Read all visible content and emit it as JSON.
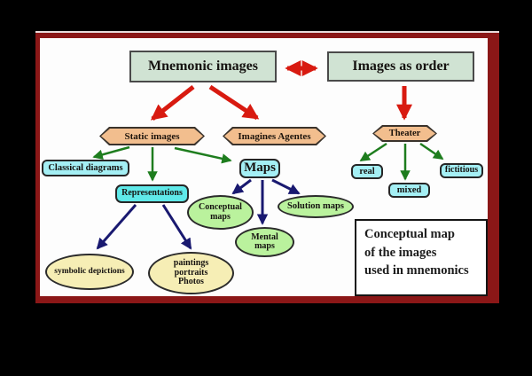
{
  "diagram_title": "Conceptual map of the images used in mnemonics",
  "nodes": {
    "mnemonic_images": {
      "label": "Mnemonic images"
    },
    "images_as_order": {
      "label": "Images as order"
    },
    "static_images": {
      "label": "Static images"
    },
    "imagines_agentes": {
      "label": "Imagines Agentes"
    },
    "theater": {
      "label": "Theater"
    },
    "classical_diagrams": {
      "label": "Classical diagrams"
    },
    "maps": {
      "label": "Maps"
    },
    "representations": {
      "label": "Representations"
    },
    "real": {
      "label": "real"
    },
    "mixed": {
      "label": "mixed"
    },
    "fictitious": {
      "label": "fictitious"
    },
    "conceptual_maps": {
      "line1": "Conceptual",
      "line2": "maps"
    },
    "solution_maps": {
      "label": "Solution maps"
    },
    "mental_maps": {
      "line1": "Mental",
      "line2": "maps"
    },
    "symbolic_depictions": {
      "label": "symbolic depictions"
    },
    "paintings_portraits_photos": {
      "line1": "paintings",
      "line2": "portraits",
      "line3": "Photos"
    }
  },
  "caption": {
    "line1": "Conceptual map",
    "line2": "of the images",
    "line3": "used in mnemonics"
  },
  "edges": [
    {
      "from": "mnemonic_images",
      "to": "images_as_order",
      "style": "red-double"
    },
    {
      "from": "mnemonic_images",
      "to": "static_images",
      "style": "red"
    },
    {
      "from": "mnemonic_images",
      "to": "imagines_agentes",
      "style": "red"
    },
    {
      "from": "images_as_order",
      "to": "theater",
      "style": "red"
    },
    {
      "from": "static_images",
      "to": "classical_diagrams",
      "style": "green"
    },
    {
      "from": "static_images",
      "to": "representations",
      "style": "green"
    },
    {
      "from": "static_images",
      "to": "maps",
      "style": "green"
    },
    {
      "from": "theater",
      "to": "real",
      "style": "green"
    },
    {
      "from": "theater",
      "to": "mixed",
      "style": "green"
    },
    {
      "from": "theater",
      "to": "fictitious",
      "style": "green"
    },
    {
      "from": "maps",
      "to": "conceptual_maps",
      "style": "navy"
    },
    {
      "from": "maps",
      "to": "mental_maps",
      "style": "navy"
    },
    {
      "from": "maps",
      "to": "solution_maps",
      "style": "navy"
    },
    {
      "from": "representations",
      "to": "symbolic_depictions",
      "style": "navy"
    },
    {
      "from": "representations",
      "to": "paintings_portraits_photos",
      "style": "navy"
    }
  ],
  "colors": {
    "frame_border": "#8b1717",
    "box_mint": "#d0e3d3",
    "hexagon_orange": "#f2be8e",
    "cyan_light": "#a4eff4",
    "cyan_deep": "#5fe9e9",
    "ellipse_green": "#baf29d",
    "ellipse_yellow": "#f6eeb5",
    "arrow_red": "#d81a10",
    "arrow_green": "#1e7d1e",
    "arrow_navy": "#191970"
  }
}
